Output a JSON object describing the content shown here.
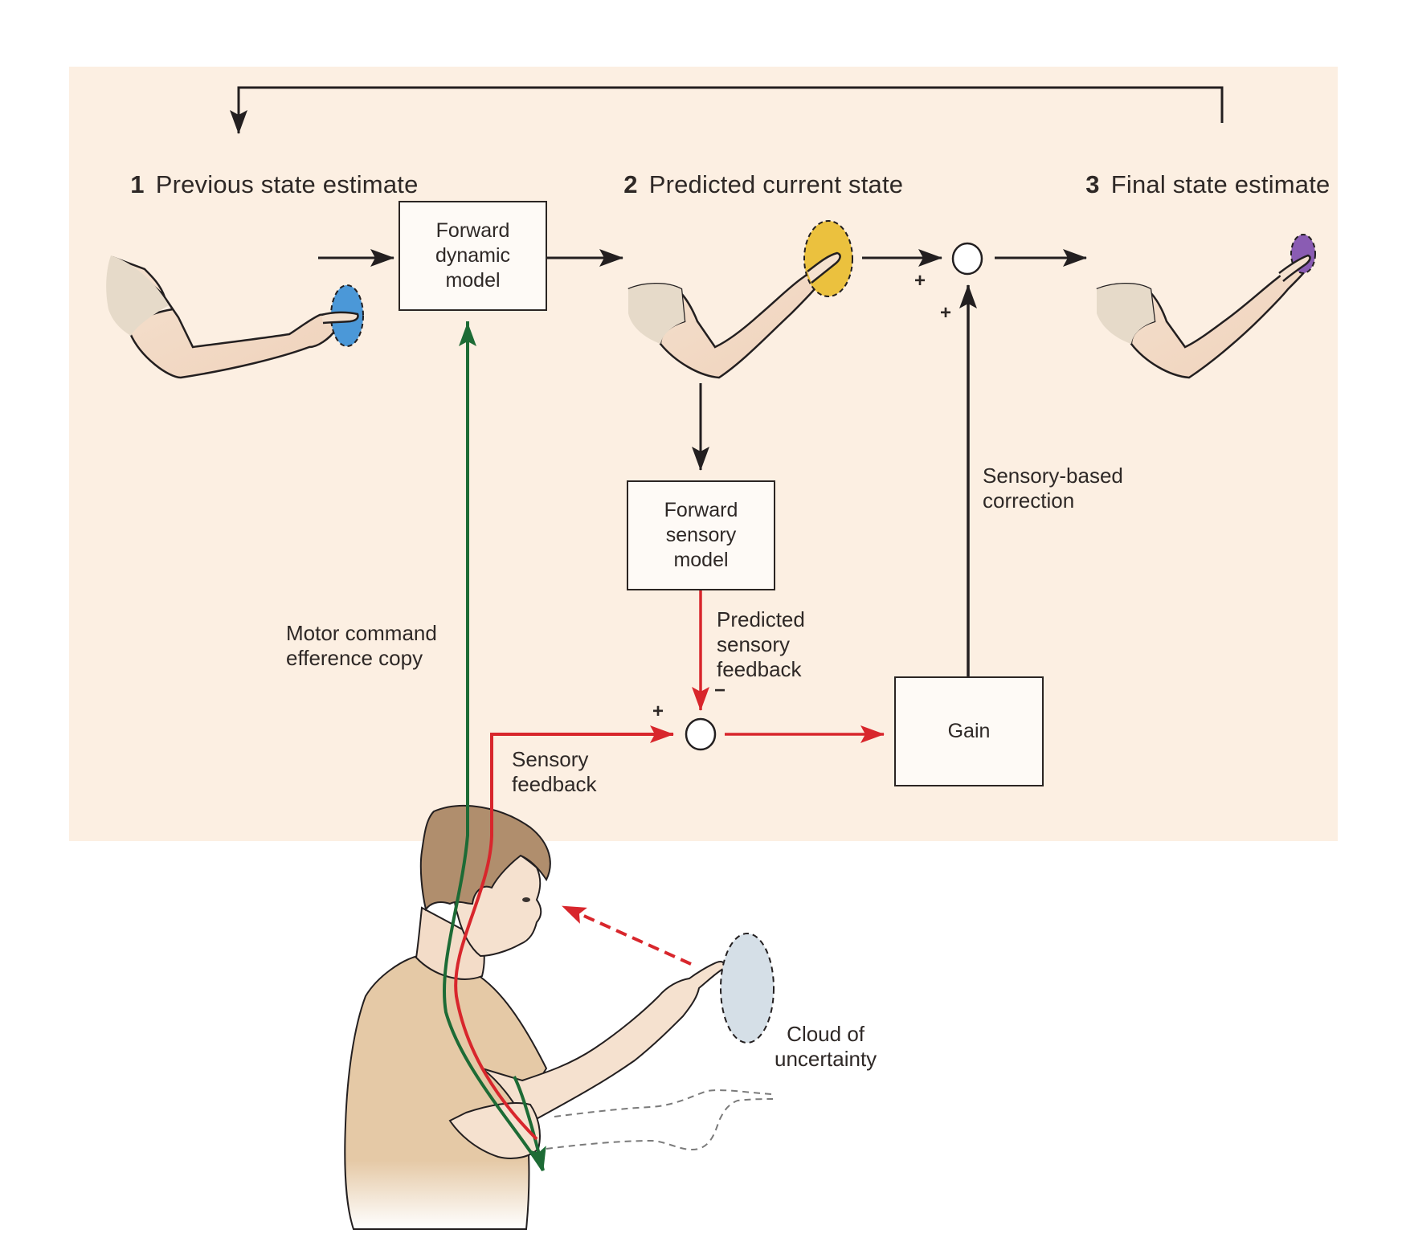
{
  "diagram": {
    "title": "State estimation with forward dynamic and sensory models",
    "stages": [
      {
        "number": "1",
        "label": "Previous state estimate"
      },
      {
        "number": "2",
        "label": "Predicted current state"
      },
      {
        "number": "3",
        "label": "Final state estimate"
      }
    ],
    "boxes": {
      "forward_dynamic_model": "Forward\ndynamic\nmodel",
      "forward_sensory_model": "Forward\nsensory\nmodel",
      "gain": "Gain"
    },
    "labels": {
      "motor_command": "Motor command\nefference copy",
      "predicted_sensory_feedback": "Predicted\nsensory\nfeedback",
      "sensory_feedback": "Sensory\nfeedback",
      "sensory_based_correction": "Sensory-based\ncorrection",
      "cloud_of_uncertainty": "Cloud of\nuncertainty"
    },
    "signs": {
      "sum1_left": "+",
      "sum1_bottom": "+",
      "sum2_left": "+",
      "sum2_top": "−"
    },
    "colors": {
      "panel_background": "#fcefe2",
      "efference_copy_path": "#1d6b35",
      "sensory_path": "#d8262c",
      "estimate_previous": "#4b98d8",
      "estimate_predicted": "#ebc13e",
      "estimate_final": "#8a5cb3",
      "uncertainty_cloud": "#d5dfe7"
    }
  }
}
